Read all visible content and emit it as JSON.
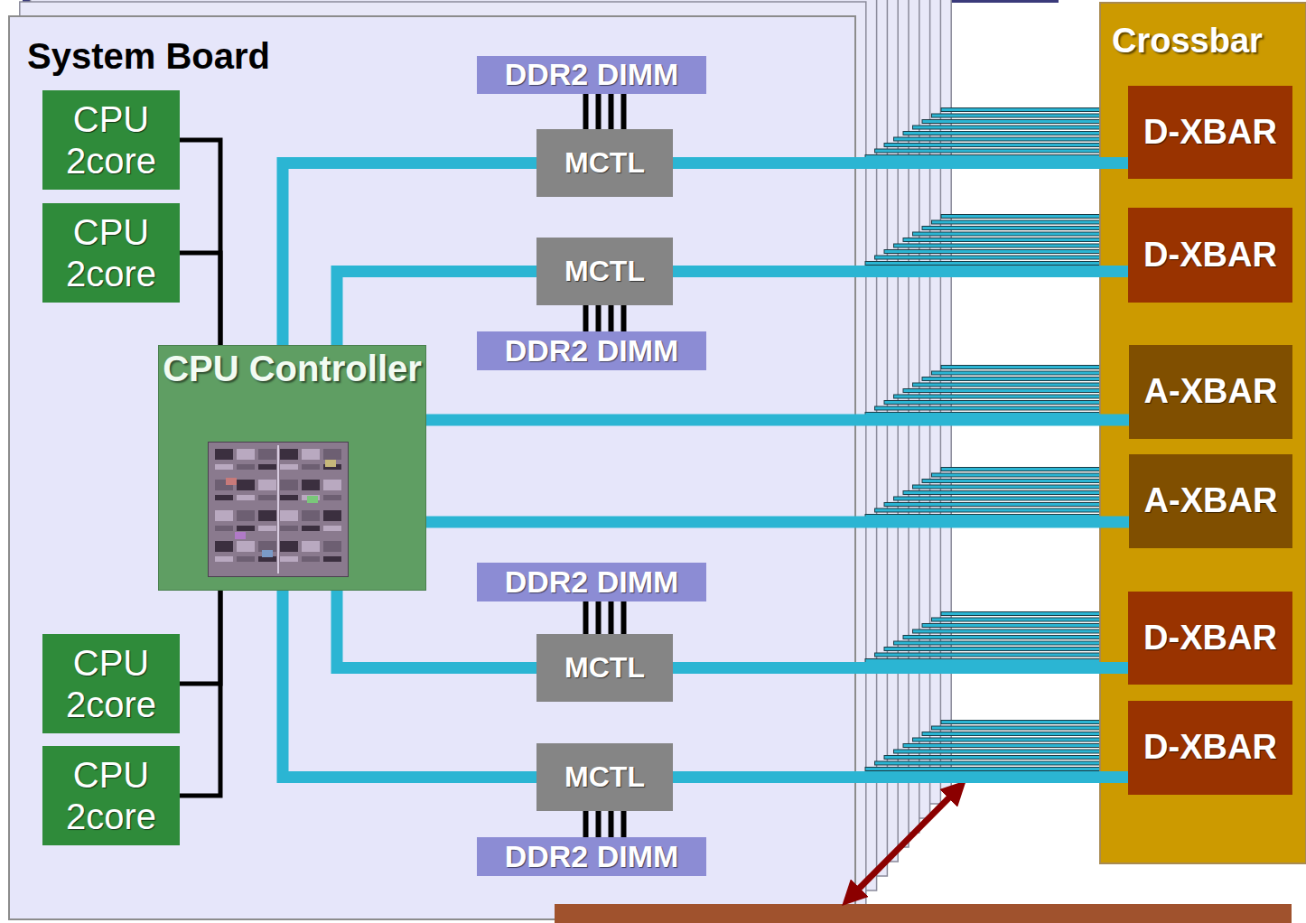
{
  "diagram": {
    "nodes": [
      {
        "text": [
          "System Board"
        ]
      },
      {
        "text": [
          "CPU 2core"
        ],
        "in": 0
      },
      {
        "text": [
          "CPU 2core"
        ],
        "in": 0
      },
      {
        "text": [
          "CPU Controller"
        ],
        "in": 0
      },
      {
        "text": [
          "CPU 2core"
        ],
        "in": 0
      },
      {
        "text": [
          "CPU 2core"
        ],
        "in": 0
      },
      {
        "text": [
          "DDR2 DIMM"
        ],
        "in": 0
      },
      {
        "text": [
          "MCTL"
        ],
        "in": 0
      },
      {
        "text": [
          "MCTL"
        ],
        "in": 0
      },
      {
        "text": [
          "DDR2 DIMM"
        ],
        "in": 0
      },
      {
        "text": [
          "DDR2 DIMM"
        ],
        "in": 0
      },
      {
        "text": [
          "MCTL"
        ],
        "in": 0
      },
      {
        "text": [
          "MCTL"
        ],
        "in": 0
      },
      {
        "text": [
          "DDR2 DIMM"
        ],
        "in": 0
      },
      {
        "text": [
          "Crossbar"
        ]
      },
      {
        "text": [
          "D-XBAR"
        ],
        "in": 14
      },
      {
        "text": [
          "D-XBAR"
        ],
        "in": 14
      },
      {
        "text": [
          "A-XBAR"
        ],
        "in": 14
      },
      {
        "text": [
          "A-XBAR"
        ],
        "in": 14
      },
      {
        "text": [
          "D-XBAR"
        ],
        "in": 14
      },
      {
        "text": [
          "D-XBAR"
        ],
        "in": 14
      }
    ],
    "edges": [
      {
        "from": 1,
        "to": 3,
        "arrow": "none"
      },
      {
        "from": 2,
        "to": 3,
        "arrow": "none"
      },
      {
        "from": 4,
        "to": 3,
        "arrow": "none"
      },
      {
        "from": 5,
        "to": 3,
        "arrow": "none"
      },
      {
        "from": 3,
        "to": 7,
        "arrow": "none"
      },
      {
        "from": 3,
        "to": 8,
        "arrow": "none"
      },
      {
        "from": 3,
        "to": 11,
        "arrow": "none"
      },
      {
        "from": 3,
        "to": 12,
        "arrow": "none"
      },
      {
        "from": 3,
        "to": 17,
        "arrow": "none"
      },
      {
        "from": 3,
        "to": 18,
        "arrow": "none"
      },
      {
        "from": 7,
        "to": 15,
        "arrow": "none"
      },
      {
        "from": 8,
        "to": 16,
        "arrow": "none"
      },
      {
        "from": 11,
        "to": 19,
        "arrow": "none"
      },
      {
        "from": 12,
        "to": 20,
        "arrow": "none"
      },
      {
        "from": 6,
        "to": 7,
        "arrow": "none"
      },
      {
        "from": 9,
        "to": 8,
        "arrow": "none"
      },
      {
        "from": 10,
        "to": 11,
        "arrow": "none"
      },
      {
        "from": 13,
        "to": 12,
        "arrow": "none"
      }
    ]
  }
}
